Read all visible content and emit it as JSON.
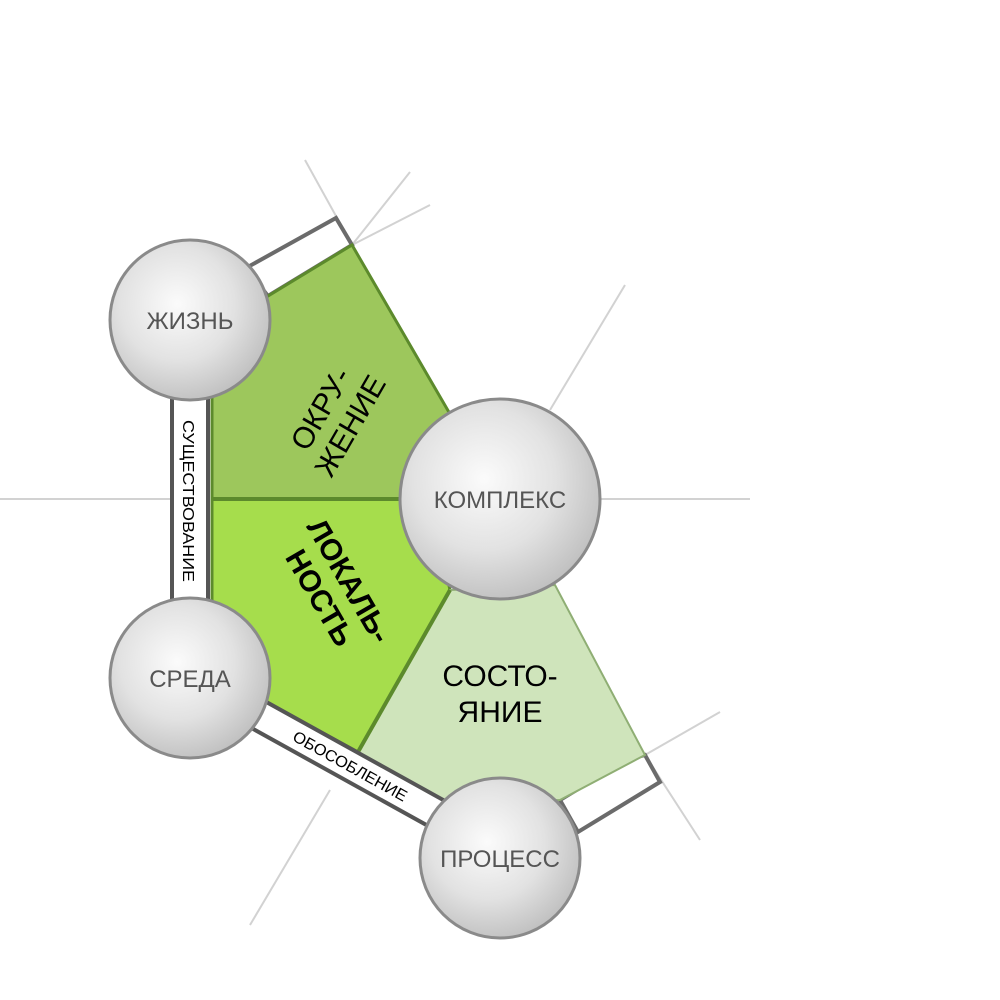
{
  "nodes": {
    "life": "ЖИЗНЬ",
    "complex": "КОМПЛЕКС",
    "environment": "СРЕДА",
    "process": "ПРОЦЕСС"
  },
  "regions": {
    "surrounding": [
      "ОКРУ-",
      "ЖЕНИЕ"
    ],
    "locality": [
      "ЛОКАЛЬ-",
      "НОСТЬ"
    ],
    "state": [
      "СОСТО-",
      "ЯНИЕ"
    ]
  },
  "edges": {
    "existence": "СУЩЕСТВОВАНИЕ",
    "isolation": "ОБОСОБЛЕНИЕ"
  },
  "colors": {
    "surrounding": "#9dc75c",
    "locality": "#a6dd4c",
    "state": "#cfe4bb",
    "region_border": "#5c8a2c",
    "state_border": "#8fae74",
    "node_fill": "#e2e2e2",
    "node_stroke": "#8a8a8a"
  }
}
